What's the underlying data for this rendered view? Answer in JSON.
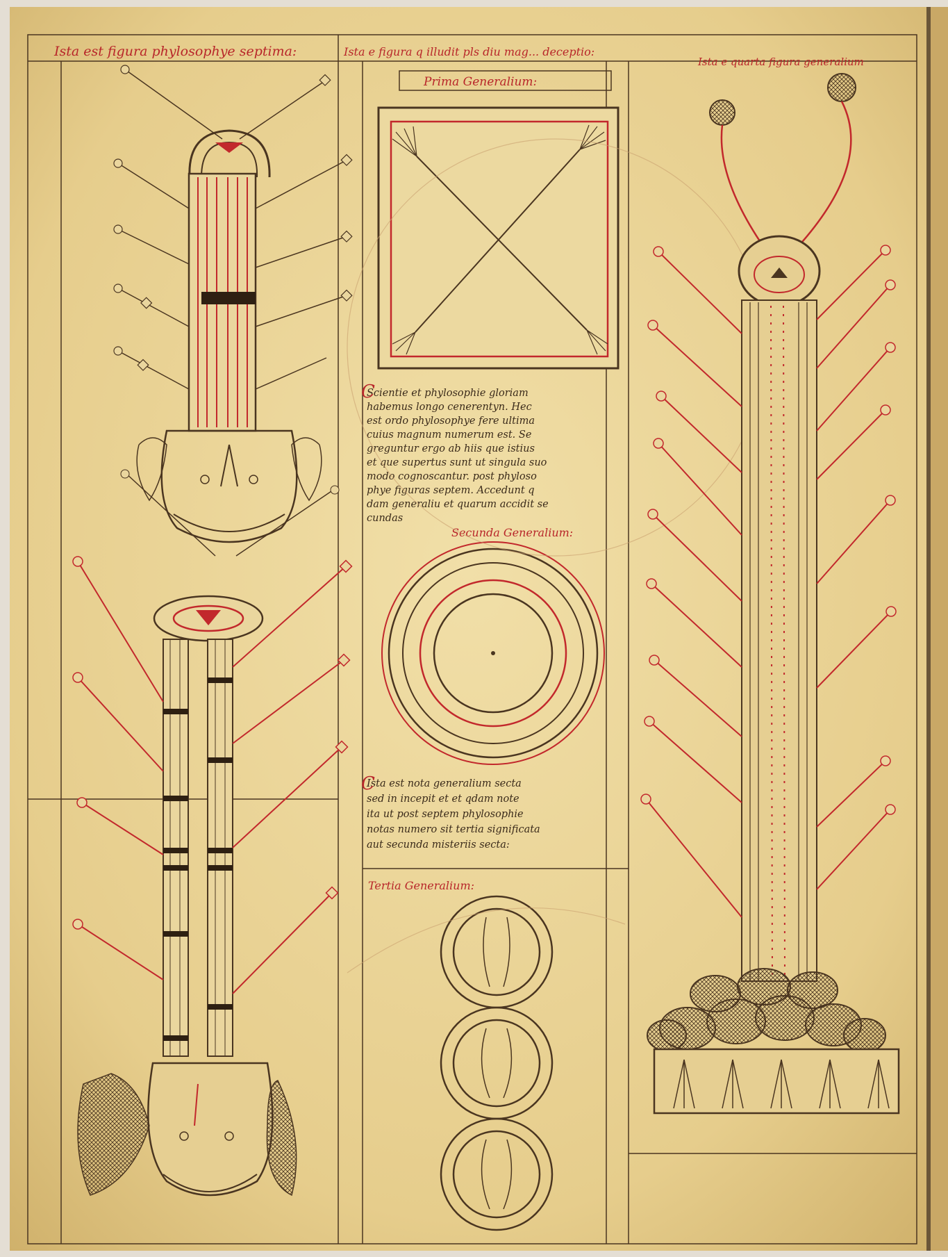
{
  "headings": {
    "left": "Ista est figura phylosophye septima:",
    "middle": "Ista e figura q illudit pls diu mag... deceptio:",
    "right": "Ista e quarta figura generalium"
  },
  "labels": {
    "prima": "Prima Generalium:",
    "secunda": "Secunda Generalium:",
    "tertia": "Tertia Generalium:"
  },
  "text_block_1": [
    "Scientie et phylosophie gloriam",
    "habemus longo cenerentyn. Hec",
    "est ordo phylosophye fere ultima",
    "cuius magnum numerum est. Se",
    "greguntur ergo ab hiis que istius",
    "et que supertus sunt ut singula suo",
    "modo cognoscantur. post phyloso",
    "phye figuras septem. Accedunt q",
    "dam generaliu et quarum accidit se",
    "cundas"
  ],
  "text_block_2": [
    "Ista est nota generalium secta",
    "sed in incepit et et qdam note",
    "ita ut post septem phylosophie",
    "notas numero sit tertia significata",
    "aut secunda misteriis secta:"
  ],
  "colors": {
    "parchment": "#e9d49a",
    "ink": "#4a3520",
    "rubric": "#c2282c"
  }
}
